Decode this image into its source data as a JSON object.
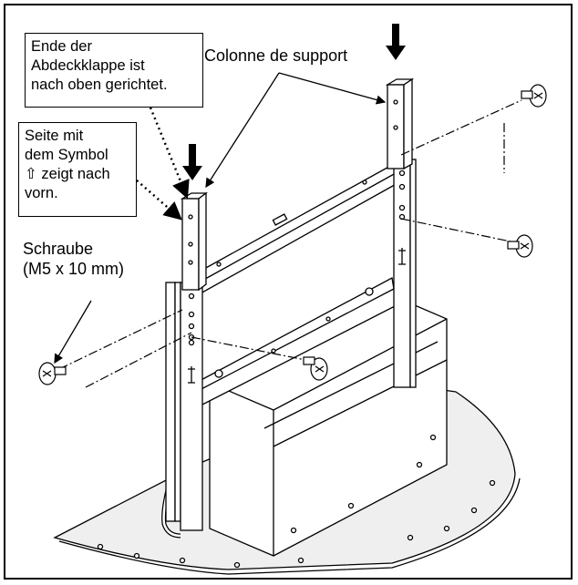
{
  "callouts": {
    "cover_end": {
      "lines": [
        "Ende der",
        "Abdeckklappe ist",
        "nach oben gerichtet."
      ]
    },
    "symbol_side": {
      "lines": [
        "Seite mit",
        "dem Symbol",
        "⇧ zeigt nach",
        "vorn."
      ]
    }
  },
  "labels": {
    "support_column": "Colonne de support",
    "screw": {
      "lines": [
        "Schraube",
        "(M5 x 10 mm)"
      ]
    }
  },
  "colors": {
    "line": "#000000",
    "fill": "#ffffff",
    "base_shade": "#e9e9e9"
  }
}
